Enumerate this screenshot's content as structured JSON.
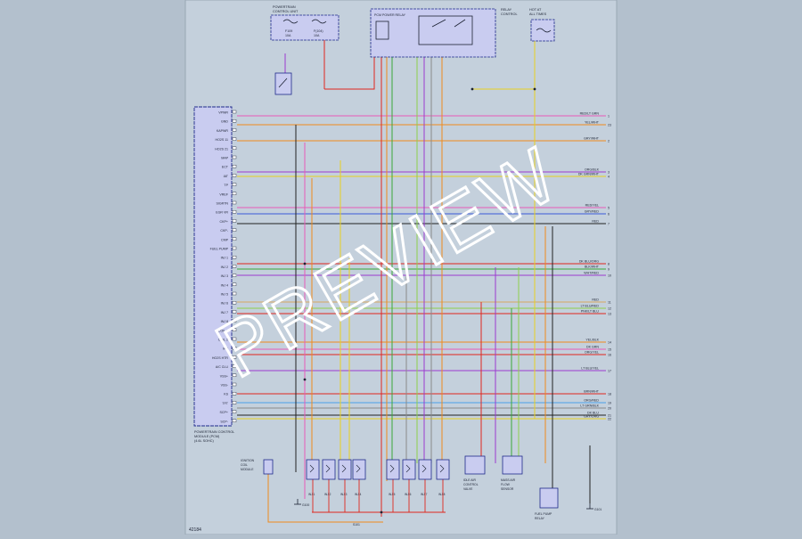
{
  "page": {
    "background": "#b3c0cd",
    "sheet": "#c4d0dc",
    "box_fill": "#c9ccf0",
    "box_stroke": "#1e2a8a",
    "ink": "#1c2233"
  },
  "watermark": {
    "text": "PREVIEW",
    "color": "#ffffff"
  },
  "footer": {
    "code": "42184"
  },
  "fuse_box_left": {
    "title": [
      "POWERTRAIN",
      "CONTROL UNIT"
    ],
    "fuses": [
      {
        "num": "F109",
        "amp": "10A"
      },
      {
        "num": "F(104)",
        "amp": "10A"
      }
    ]
  },
  "fuse_box_right": {
    "title": [
      "RELAY",
      "CONTROL"
    ],
    "label": "PCM POWER RELAY"
  },
  "fuse_box_far": {
    "title": [
      "HOT AT",
      "ALL TIMES"
    ]
  },
  "pcm": {
    "caption": [
      "POWERTRAIN CONTROL",
      "MODULE (PCM)",
      "(4.6L SOHC)"
    ],
    "labels": [
      "VPWR",
      "GND",
      "KAPWR",
      "HO2S 11",
      "HO2S 21",
      "MAP",
      "ECT",
      "IAT",
      "TP",
      "VREF",
      "SIGRTN",
      "EGR VR",
      "CKP+",
      "CKP-",
      "CMP",
      "FUEL PUMP",
      "INJ 1",
      "INJ 2",
      "INJ 3",
      "INJ 4",
      "INJ 5",
      "INJ 6",
      "INJ 7",
      "INJ 8",
      "COIL 1",
      "COIL 2",
      "IAC",
      "HO2S HTR",
      "A/C CLU",
      "VSS+",
      "VSS-",
      "KS",
      "TFT",
      "SCP+",
      "SCP-"
    ]
  },
  "right_labels": [
    {
      "text": "RED/LT GRN",
      "num": "1"
    },
    {
      "text": "GRY/WHT",
      "num": "2"
    },
    {
      "text": "ORG/BLK",
      "num": "3"
    },
    {
      "text": "DK GRN/WHT",
      "num": "4"
    },
    {
      "text": "RED/YEL",
      "num": "5"
    },
    {
      "text": "GRY/RED",
      "num": "6"
    },
    {
      "text": "RED",
      "num": "7"
    },
    {
      "text": "DK BLU/ORG",
      "num": "8"
    },
    {
      "text": "BLK/WHT",
      "num": "9"
    },
    {
      "text": "WHT/RED",
      "num": "10"
    },
    {
      "text": "RED",
      "num": "11"
    },
    {
      "text": "LT BLU/RED",
      "num": "12"
    },
    {
      "text": "PNK/LT BLU",
      "num": "13"
    },
    {
      "text": "YEL/BLK",
      "num": "14"
    },
    {
      "text": "DK GRN",
      "num": "15"
    },
    {
      "text": "ORG/YEL",
      "num": "16"
    },
    {
      "text": "LT BLU/YEL",
      "num": "17"
    },
    {
      "text": "BRN/WHT",
      "num": "18"
    },
    {
      "text": "ORG/RED",
      "num": "19"
    },
    {
      "text": "LT GRN/BLK",
      "num": "20"
    },
    {
      "text": "DK BLU",
      "num": "21"
    },
    {
      "text": "GRY/ORG",
      "num": "22"
    },
    {
      "text": "YEL/WHT",
      "num": "23"
    }
  ],
  "injectors": [
    "INJ 1",
    "INJ 2",
    "INJ 3",
    "INJ 4",
    "INJ 5",
    "INJ 6",
    "INJ 7",
    "INJ 8"
  ],
  "components": {
    "coil_left": [
      "IGNITION",
      "COIL",
      "MODULE"
    ],
    "sensor_a": [
      "IDLE AIR",
      "CONTROL",
      "VALVE"
    ],
    "sensor_b": [
      "MASS AIR",
      "FLOW",
      "SENSOR"
    ],
    "sensor_c": [
      "FUEL PUMP",
      "RELAY"
    ],
    "ground_left": "G100",
    "ground_right": "G101",
    "splice_bottom": "S101"
  },
  "colors": {
    "red": "#e0261e",
    "orange": "#f08a1c",
    "yellow": "#e8d020",
    "green": "#3aa838",
    "lgreen": "#8ed04c",
    "blue": "#3a5ad8",
    "lblue": "#4aa0e8",
    "violet": "#9b3ad0",
    "pink": "#e85ab8",
    "brown": "#a0522d",
    "black": "#222222",
    "gray": "#8a8a8a",
    "tan": "#d8a860",
    "white": "#ffffff"
  }
}
